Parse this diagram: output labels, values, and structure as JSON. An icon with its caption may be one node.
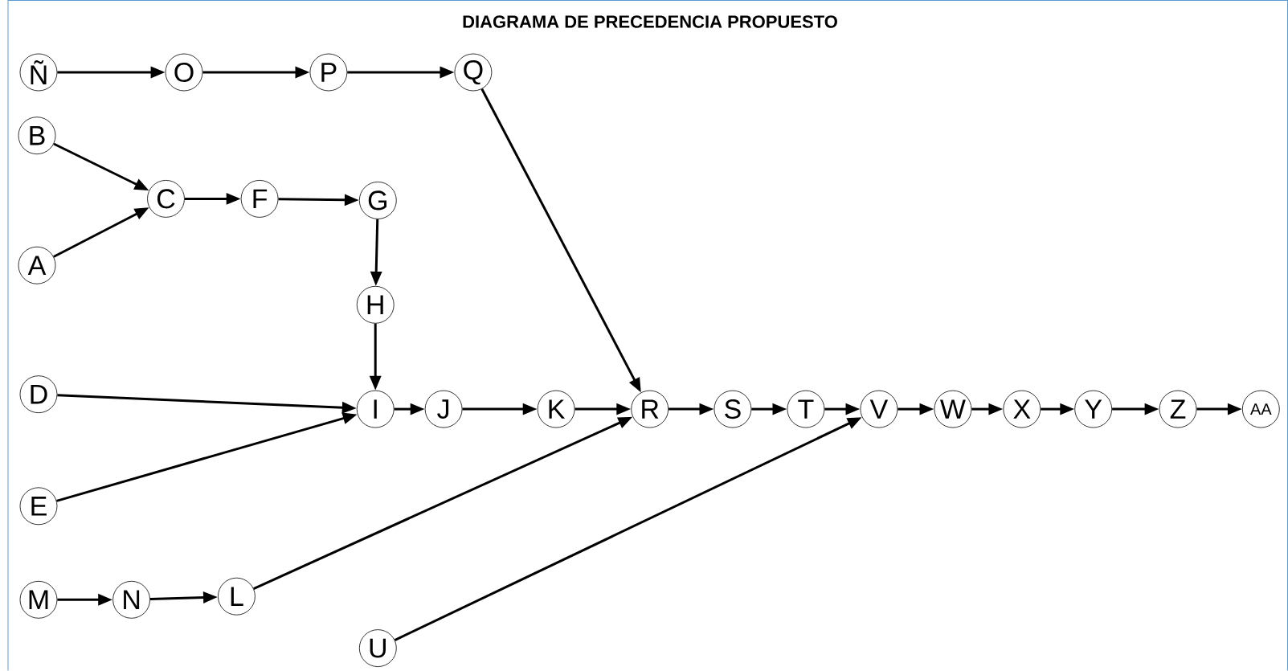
{
  "diagram": {
    "title": "DIAGRAMA DE PRECEDENCIA PROPUESTO",
    "nodes": [
      {
        "text": [
          "Ñ"
        ]
      },
      {
        "text": [
          "O"
        ]
      },
      {
        "text": [
          "P"
        ]
      },
      {
        "text": [
          "Q"
        ]
      },
      {
        "text": [
          "B"
        ]
      },
      {
        "text": [
          "C"
        ]
      },
      {
        "text": [
          "F"
        ]
      },
      {
        "text": [
          "G"
        ]
      },
      {
        "text": [
          "A"
        ]
      },
      {
        "text": [
          "H"
        ]
      },
      {
        "text": [
          "D"
        ]
      },
      {
        "text": [
          "I"
        ]
      },
      {
        "text": [
          "J"
        ]
      },
      {
        "text": [
          "K"
        ]
      },
      {
        "text": [
          "R"
        ]
      },
      {
        "text": [
          "S"
        ]
      },
      {
        "text": [
          "T"
        ]
      },
      {
        "text": [
          "V"
        ]
      },
      {
        "text": [
          "W"
        ]
      },
      {
        "text": [
          "X"
        ]
      },
      {
        "text": [
          "Y"
        ]
      },
      {
        "text": [
          "Z"
        ]
      },
      {
        "text": [
          "AA"
        ]
      },
      {
        "text": [
          "E"
        ]
      },
      {
        "text": [
          "M"
        ]
      },
      {
        "text": [
          "N"
        ]
      },
      {
        "text": [
          "L"
        ]
      },
      {
        "text": [
          "U"
        ]
      }
    ],
    "edges": [
      {
        "from": 0,
        "to": 1,
        "arrow": "to"
      },
      {
        "from": 1,
        "to": 2,
        "arrow": "to"
      },
      {
        "from": 2,
        "to": 3,
        "arrow": "to"
      },
      {
        "from": 3,
        "to": 14,
        "arrow": "to"
      },
      {
        "from": 4,
        "to": 5,
        "arrow": "to"
      },
      {
        "from": 8,
        "to": 5,
        "arrow": "to"
      },
      {
        "from": 5,
        "to": 6,
        "arrow": "to"
      },
      {
        "from": 6,
        "to": 7,
        "arrow": "to"
      },
      {
        "from": 7,
        "to": 9,
        "arrow": "to"
      },
      {
        "from": 9,
        "to": 11,
        "arrow": "to"
      },
      {
        "from": 10,
        "to": 11,
        "arrow": "to"
      },
      {
        "from": 23,
        "to": 11,
        "arrow": "to"
      },
      {
        "from": 11,
        "to": 12,
        "arrow": "to"
      },
      {
        "from": 12,
        "to": 13,
        "arrow": "to"
      },
      {
        "from": 13,
        "to": 14,
        "arrow": "to"
      },
      {
        "from": 26,
        "to": 14,
        "arrow": "to"
      },
      {
        "from": 14,
        "to": 15,
        "arrow": "to"
      },
      {
        "from": 15,
        "to": 16,
        "arrow": "to"
      },
      {
        "from": 16,
        "to": 17,
        "arrow": "to"
      },
      {
        "from": 27,
        "to": 17,
        "arrow": "to"
      },
      {
        "from": 17,
        "to": 18,
        "arrow": "to"
      },
      {
        "from": 18,
        "to": 19,
        "arrow": "to"
      },
      {
        "from": 19,
        "to": 20,
        "arrow": "to"
      },
      {
        "from": 20,
        "to": 21,
        "arrow": "to"
      },
      {
        "from": 21,
        "to": 22,
        "arrow": "to"
      },
      {
        "from": 24,
        "to": 25,
        "arrow": "to"
      },
      {
        "from": 25,
        "to": 26,
        "arrow": "to"
      }
    ]
  }
}
